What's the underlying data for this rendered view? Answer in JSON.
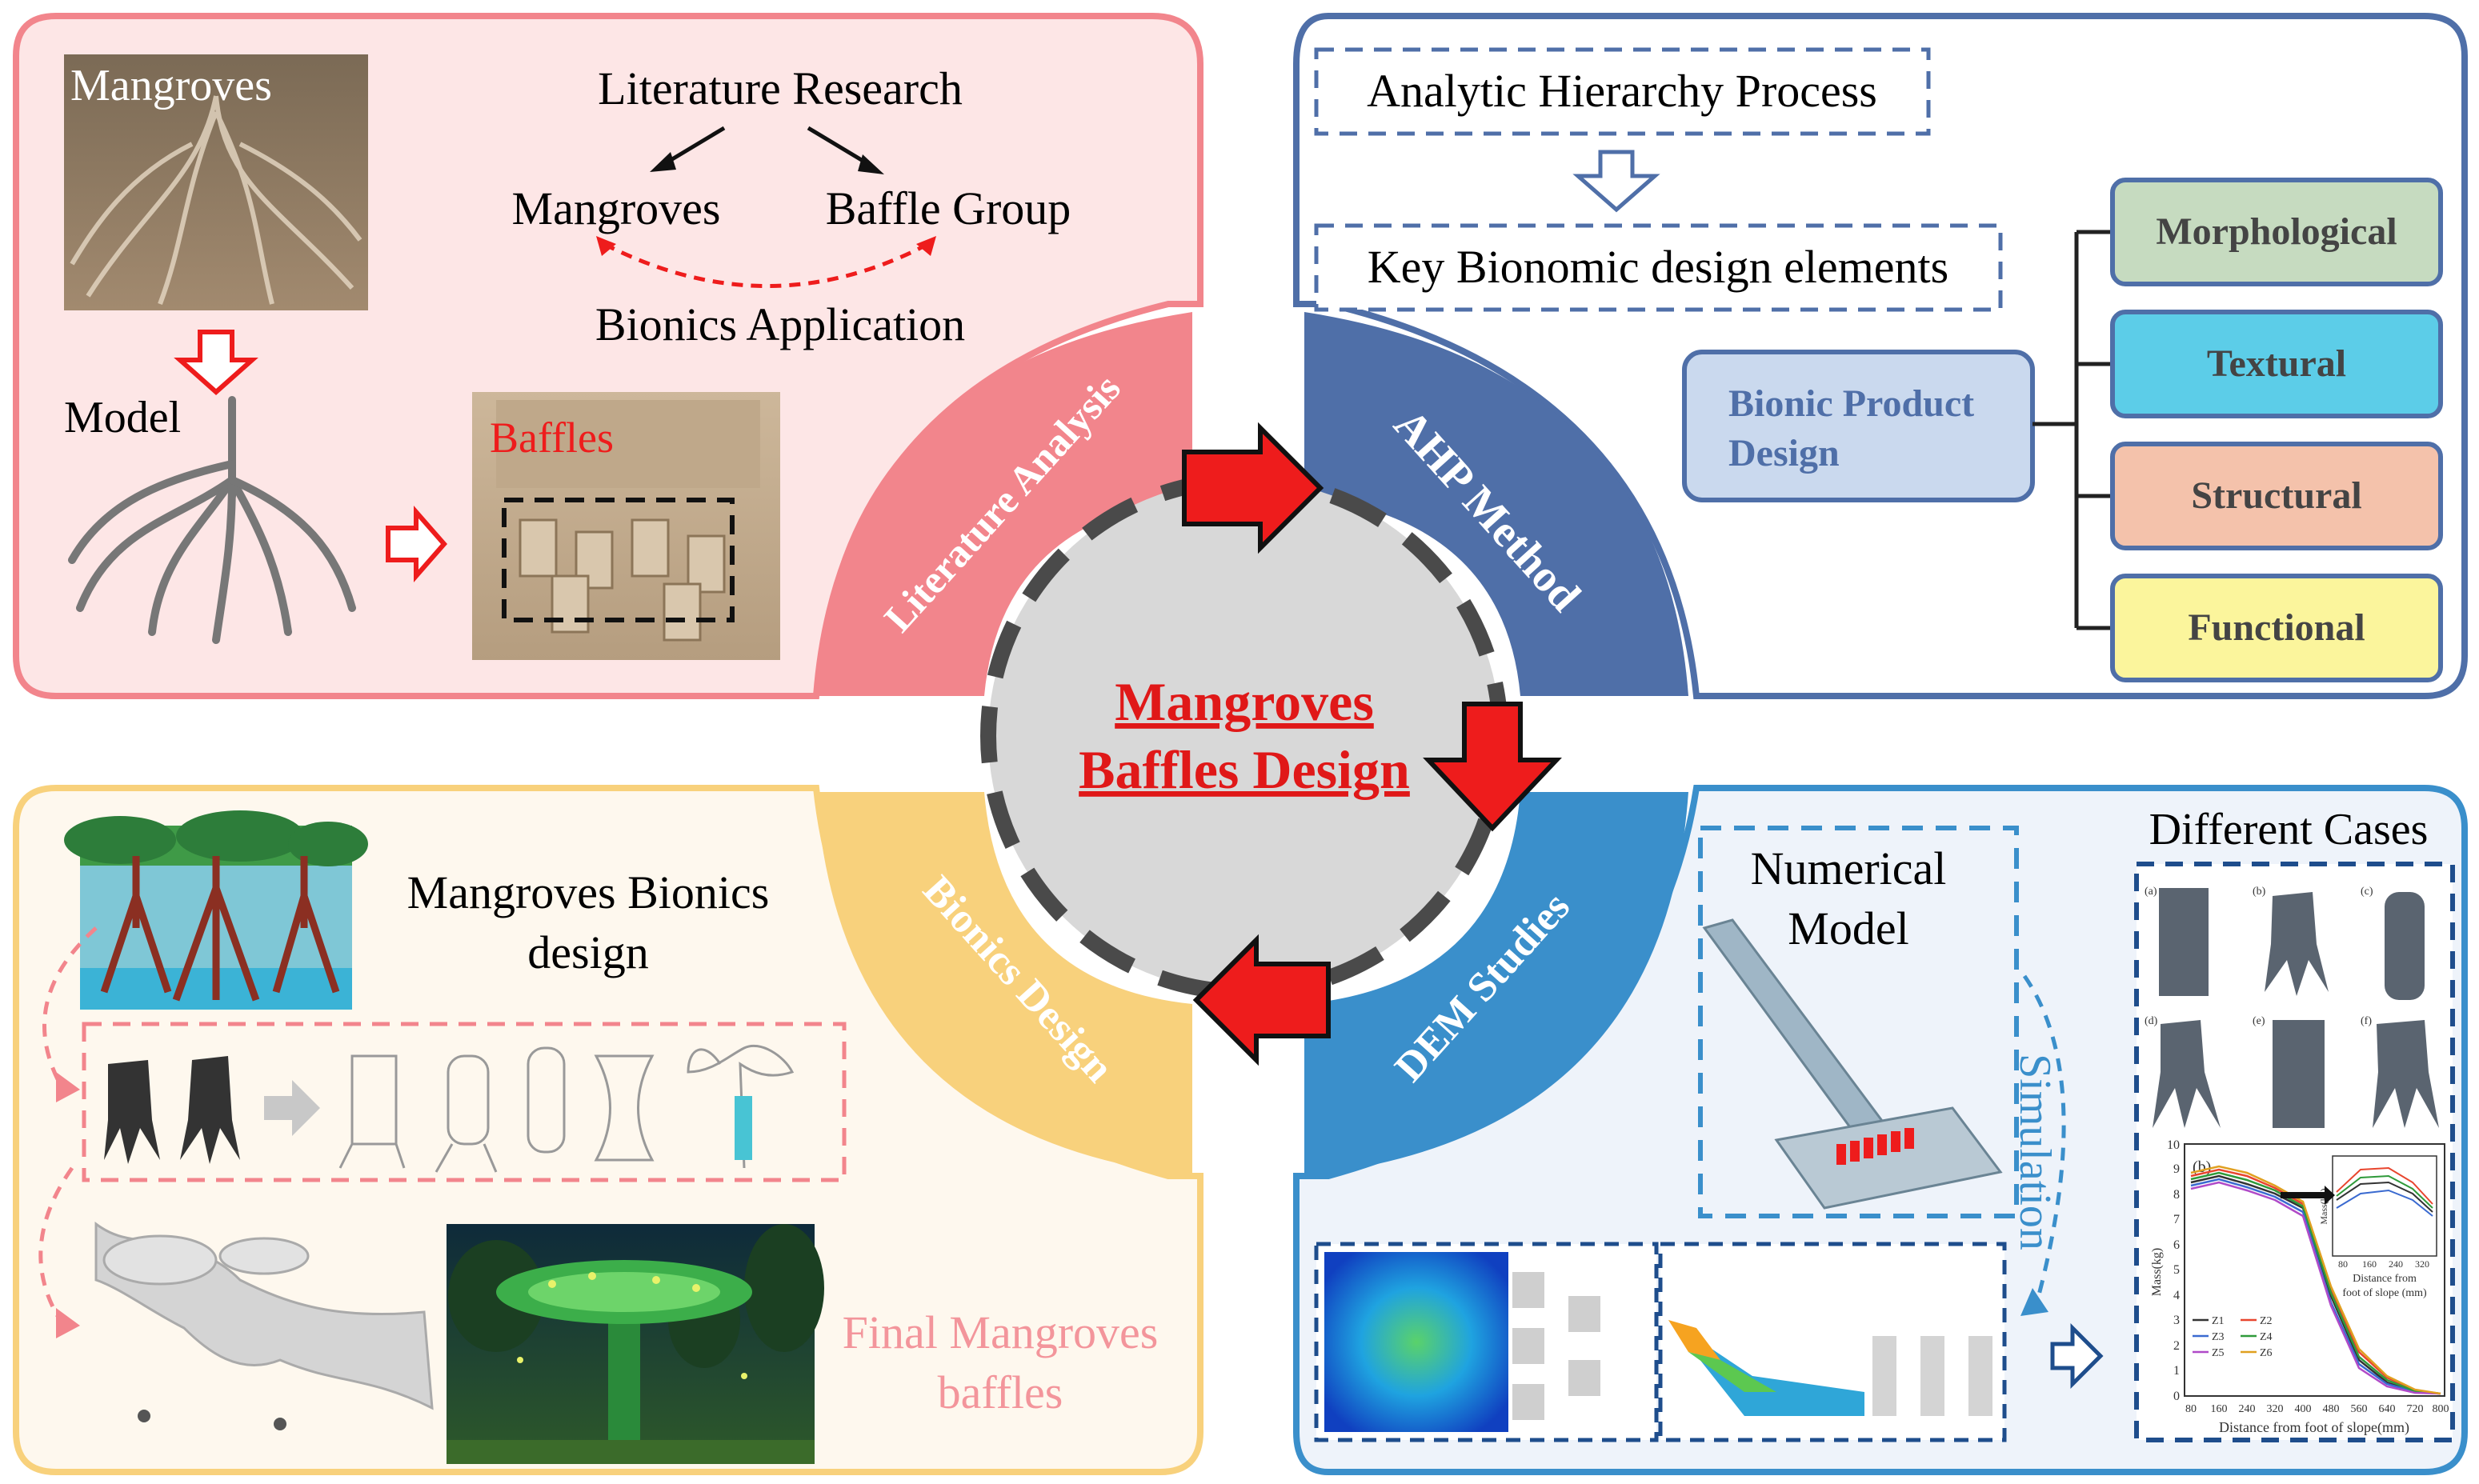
{
  "center": {
    "line1": "Mangroves",
    "line2": "Baffles Design"
  },
  "quadrants": {
    "literature": {
      "band_label": "Literature Analysis",
      "photo_label": "Mangroves",
      "model_label": "Model",
      "research_title": "Literature Research",
      "node_mangroves": "Mangroves",
      "node_baffle": "Baffle Group",
      "bionics_app": "Bionics Application",
      "baffles_label": "Baffles"
    },
    "ahp": {
      "band_label": "AHP Method",
      "process_label": "Analytic Hierarchy Process",
      "key_label": "Key Bionomic design elements",
      "product_label": [
        "Bionic Product",
        "Design"
      ],
      "categories": [
        "Morphological",
        "Textural",
        "Structural",
        "Functional"
      ]
    },
    "bionics": {
      "band_label": "Bionics Design",
      "title": [
        "Mangroves Bionics",
        "design"
      ],
      "final_label": [
        "Final Mangroves",
        "baffles"
      ]
    },
    "dem": {
      "band_label": "DEM Studies",
      "numerical_label": [
        "Numerical",
        "Model"
      ],
      "simulation_label": "Simulation",
      "cases_label": "Different Cases",
      "case_tags": [
        "(a)",
        "(b)",
        "(c)",
        "(d)",
        "(e)",
        "(f)"
      ],
      "chart": {
        "panel_tag": "(b)",
        "y_ticks": [
          "0",
          "1",
          "2",
          "3",
          "4",
          "5",
          "6",
          "7",
          "8",
          "9",
          "10"
        ],
        "x_ticks": [
          "80",
          "160",
          "240",
          "320",
          "400",
          "480",
          "560",
          "640",
          "720",
          "800"
        ],
        "xlabel": "Distance from foot of slope(mm)",
        "ylabel": "Mass(kg)",
        "legend": [
          "Z1",
          "Z2",
          "Z3",
          "Z4",
          "Z5",
          "Z6"
        ],
        "inset_xlabel": [
          "Distance from",
          "foot of slope (mm)"
        ],
        "inset_ylabel": "Mass(kg)",
        "inset_x_ticks": [
          "80",
          "160",
          "240",
          "320"
        ]
      }
    }
  },
  "colors": {
    "literature": "#f2858c",
    "literature_bg": "#fde6e6",
    "ahp": "#4f6fa8",
    "bionics": "#f8d17c",
    "bionics_bg": "#fef8ee",
    "dem": "#3a8fcb",
    "dem_bg": "#eef3fa",
    "arrow": "#ee1c1c",
    "morph": "#c6dbc0",
    "textural": "#5ccde8",
    "structural": "#f4c2ab",
    "functional": "#fbf59c",
    "product": "#cad9ee"
  }
}
